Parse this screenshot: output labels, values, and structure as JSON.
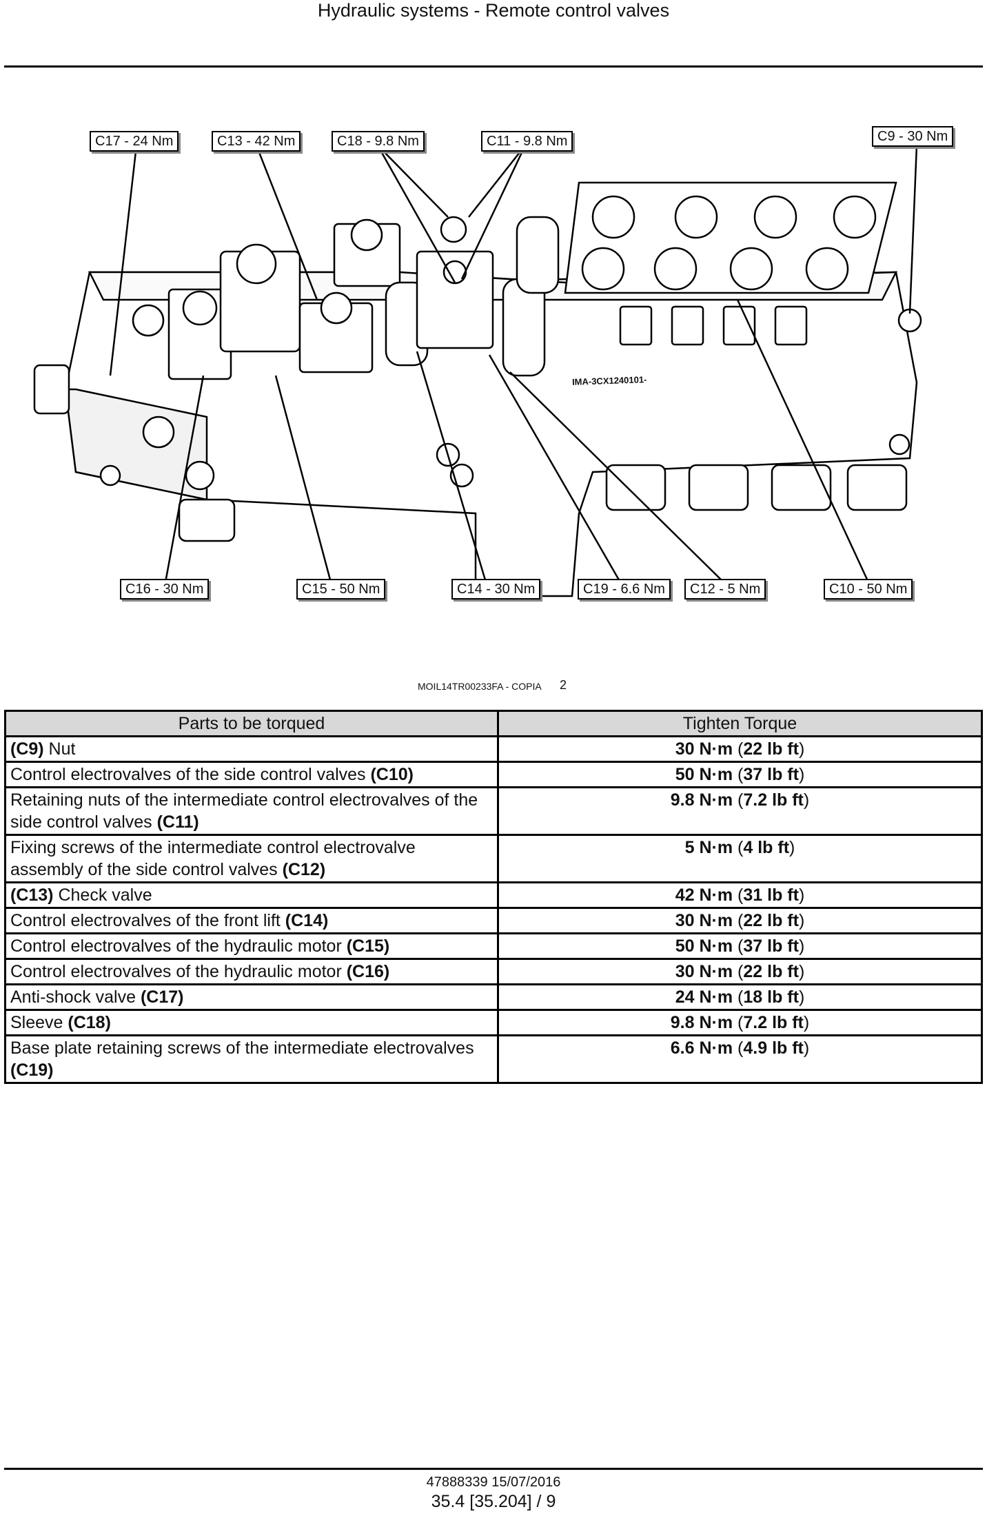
{
  "header": {
    "title": "Hydraulic systems - Remote control valves"
  },
  "figure": {
    "callouts": [
      "C17 - 24 Nm",
      "C13 - 42 Nm",
      "C18 - 9.8 Nm",
      "C11 - 9.8 Nm",
      "C9 - 30 Nm",
      "C16 - 30 Nm",
      "C15 - 50 Nm",
      "C14 - 30 Nm",
      "C19 - 6.6 Nm",
      "C12 - 5 Nm",
      "C10 - 50 Nm"
    ],
    "stamp": "IMA-3CX1240101-",
    "caption": "MOIL14TR00233FA - COPIA",
    "number": "2"
  },
  "table": {
    "headers": [
      "Parts to be torqued",
      "Tighten Torque"
    ],
    "rows": [
      {
        "pre": "",
        "code": "(C9)",
        "post": " Nut",
        "torque_num": "30 N·m",
        "torque_alt": "22 lb ft"
      },
      {
        "pre": "Control electrovalves of the side control valves ",
        "code": "(C10)",
        "post": "",
        "torque_num": "50 N·m",
        "torque_alt": "37 lb ft"
      },
      {
        "pre": "Retaining nuts of the intermediate control electrovalves of the side control valves ",
        "code": "(C11)",
        "post": "",
        "torque_num": "9.8 N·m",
        "torque_alt": "7.2 lb ft"
      },
      {
        "pre": "Fixing screws of the intermediate control electrovalve assembly of the side control valves ",
        "code": "(C12)",
        "post": "",
        "torque_num": "5 N·m",
        "torque_alt": "4 lb ft"
      },
      {
        "pre": "",
        "code": "(C13)",
        "post": " Check valve",
        "torque_num": "42 N·m",
        "torque_alt": "31 lb ft"
      },
      {
        "pre": "Control electrovalves of the front lift ",
        "code": "(C14)",
        "post": "",
        "torque_num": "30 N·m",
        "torque_alt": "22 lb ft"
      },
      {
        "pre": "Control electrovalves of the hydraulic motor ",
        "code": "(C15)",
        "post": "",
        "torque_num": "50 N·m",
        "torque_alt": "37 lb ft"
      },
      {
        "pre": "Control electrovalves of the hydraulic motor ",
        "code": "(C16)",
        "post": "",
        "torque_num": "30 N·m",
        "torque_alt": "22 lb ft"
      },
      {
        "pre": "Anti-shock valve ",
        "code": "(C17)",
        "post": "",
        "torque_num": "24 N·m",
        "torque_alt": "18 lb ft"
      },
      {
        "pre": "Sleeve ",
        "code": "(C18)",
        "post": "",
        "torque_num": "9.8 N·m",
        "torque_alt": "7.2 lb ft"
      },
      {
        "pre": "Base plate retaining screws of the intermediate electrovalves ",
        "code": "(C19)",
        "post": "",
        "torque_num": "6.6 N·m",
        "torque_alt": "4.9 lb ft"
      }
    ]
  },
  "footer": {
    "doc": "47888339 15/07/2016",
    "page": "35.4 [35.204] / 9"
  }
}
